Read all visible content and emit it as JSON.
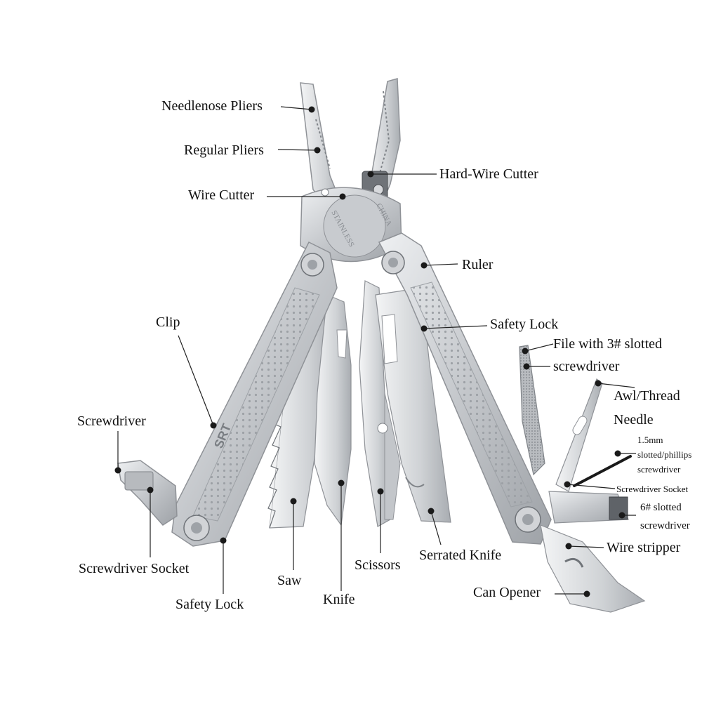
{
  "colors": {
    "background": "#ffffff",
    "steel": "#c9cbce",
    "steel_dark": "#8f9297",
    "steel_light": "#e6e7e9",
    "leader": "#222222",
    "text": "#111111"
  },
  "labels": {
    "needlenose_pliers": "Needlenose Pliers",
    "regular_pliers": "Regular Pliers",
    "wire_cutter": "Wire Cutter",
    "hard_wire_cutter": "Hard-Wire Cutter",
    "ruler": "Ruler",
    "safety_lock_right": "Safety Lock",
    "file_line1": "File with 3# slotted",
    "file_line2": "screwdriver",
    "awl_line1": "Awl/Thread",
    "awl_line2": "Needle",
    "mini_sd_line1": "1.5mm",
    "mini_sd_line2": "slotted/phillips",
    "mini_sd_line3": "screwdriver",
    "screwdriver_socket_right": "Screwdriver Socket",
    "slotted6_line1": "6# slotted",
    "slotted6_line2": "screwdriver",
    "wire_stripper": "Wire stripper",
    "can_opener": "Can Opener",
    "clip": "Clip",
    "screwdriver_left": "Screwdriver",
    "screwdriver_socket_left": "Screwdriver Socket",
    "safety_lock_left": "Safety Lock",
    "saw": "Saw",
    "knife": "Knife",
    "scissors": "Scissors",
    "serrated_knife": "Serrated Knife"
  },
  "engravings": {
    "pivot_left": "STAINLESS",
    "pivot_right": "CHINA",
    "logo": "SRT"
  }
}
